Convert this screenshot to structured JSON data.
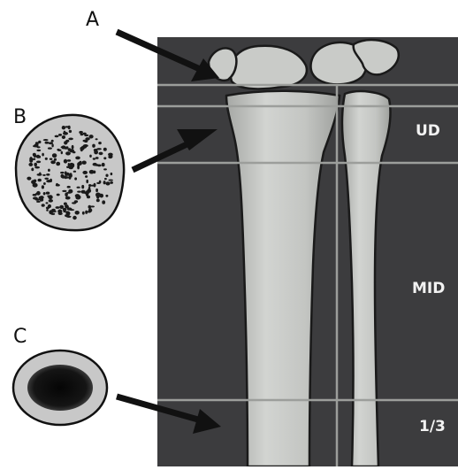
{
  "panels": {
    "a": "A",
    "b": "B",
    "c": "C"
  },
  "regions": {
    "ultradistal": "UD",
    "mid": "MID",
    "one_third": "1/3"
  },
  "colors": {
    "background": "#3c3c3e",
    "bone": "#c9cbc8",
    "bone_shade": "#a9aba8",
    "grid_line": "#9c9e9b",
    "outline": "#1a1a1a",
    "cortex_ring": "#c8c8c8",
    "trabecular_fill": "#bdbdbd",
    "marrow": "#0d0d0d",
    "arrow": "#111111"
  }
}
